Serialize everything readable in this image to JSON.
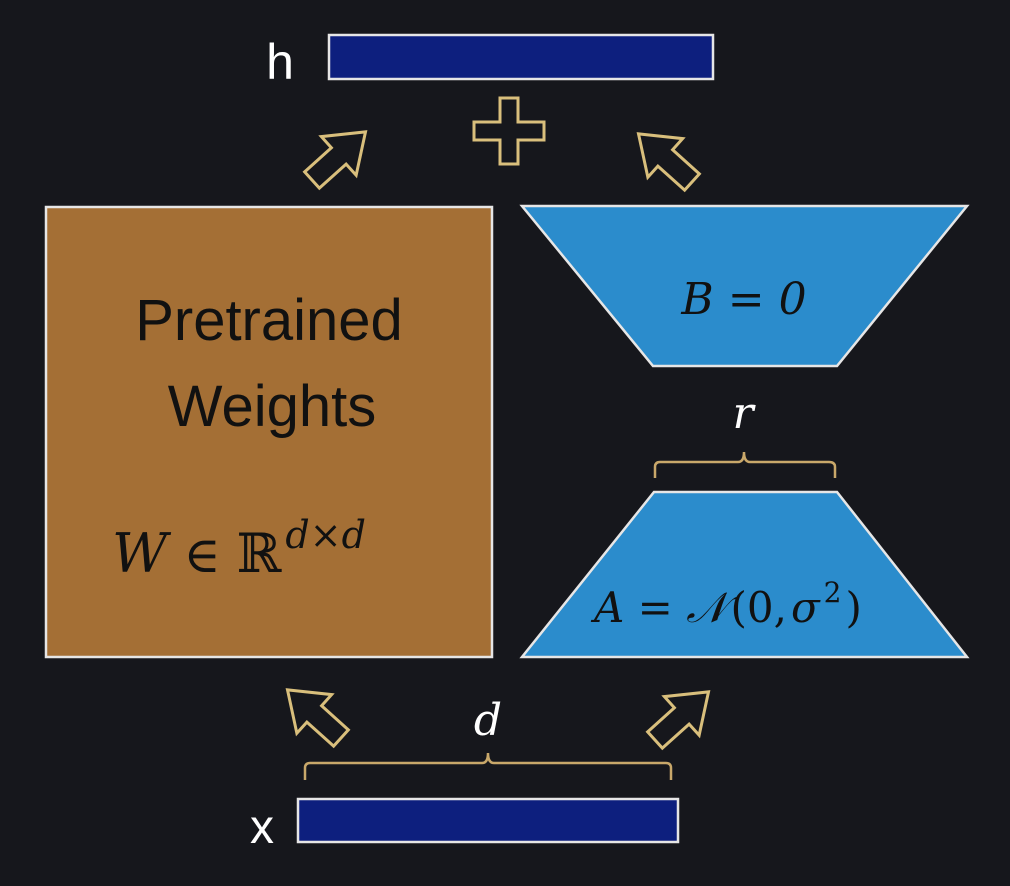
{
  "colors": {
    "background": "#16171c",
    "weights_fill": "#a46f35",
    "adapter_fill": "#2b8ccc",
    "vector_fill": "#0d1f7e",
    "outline": "#e6e6e6",
    "arrow": "#d9bf7c",
    "brace": "#c9a86a",
    "text_light": "#ffffff",
    "text_dark": "#111111"
  },
  "labels": {
    "output": "h",
    "input": "x",
    "weights_line1": "Pretrained",
    "weights_line2": "Weights",
    "weights_math_W": "W",
    "weights_math_in": "∈",
    "weights_math_R": "ℝ",
    "weights_math_sup": "d×d",
    "b_math": "B = 0",
    "a_math_prefix": "A = ",
    "a_math_N": "𝒩",
    "a_math_args": "(0,",
    "a_math_sigma": "σ",
    "a_math_sup": "2",
    "a_math_close": ")",
    "rank": "r",
    "dim": "d"
  },
  "icons": {
    "plus": "plus-icon",
    "arrow": "hollow-arrow-icon"
  }
}
